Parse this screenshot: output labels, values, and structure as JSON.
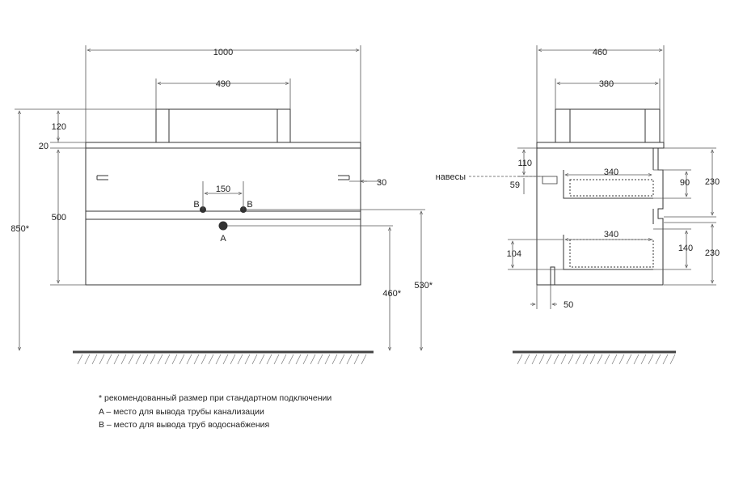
{
  "front_view": {
    "width": "1000",
    "top_width": "490",
    "top_height": "120",
    "countertop": "20",
    "body_height": "500",
    "total_height": "850*",
    "b_spacing": "150",
    "hanger_offset": "30",
    "label_a": "A",
    "label_b_left": "B",
    "label_b_right": "B",
    "height_a": "460*",
    "height_b": "530*"
  },
  "side_view": {
    "depth": "460",
    "top_depth": "380",
    "hanger_height": "110",
    "hanger_label": "навесы",
    "hanger_dim": "59",
    "drawer1_depth": "340",
    "drawer1_height": "90",
    "drawer1_front": "230",
    "drawer2_depth": "340",
    "drawer2_height": "140",
    "drawer2_front": "230",
    "drawer2_bottom": "104",
    "plinth": "50"
  },
  "notes": [
    "* рекомендованный размер при стандартном подключении",
    "A – место для вывода трубы канализации",
    "B – место для вывода труб водоснабжения"
  ],
  "colors": {
    "line": "#333333",
    "dim": "#555555",
    "floor": "#444444",
    "dot": "#333333"
  }
}
